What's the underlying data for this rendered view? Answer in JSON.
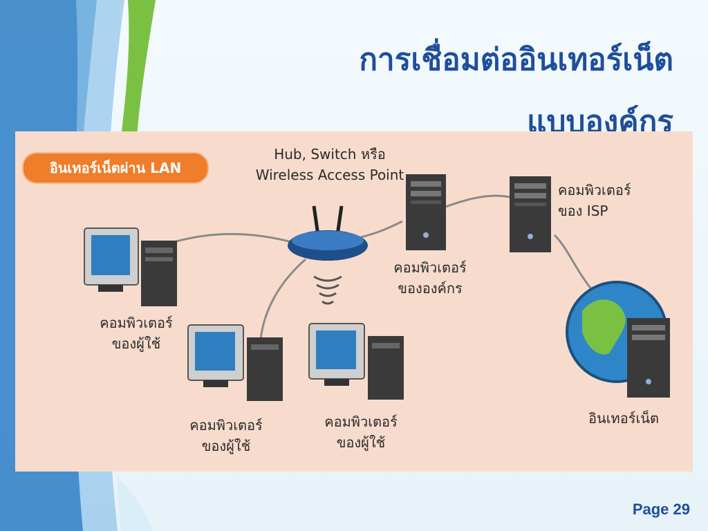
{
  "title": {
    "line1": "การเชื่อมต่ออินเทอร์เน็ต",
    "line2": "แบบองค์กร"
  },
  "diagram": {
    "badge": "อินเทอร์เน็ตผ่าน LAN",
    "hub_label": {
      "line1": "Hub, Switch หรือ",
      "line2": "Wireless Access Point"
    },
    "org_server": {
      "line1": "คอมพิวเตอร์",
      "line2": "ขององค์กร"
    },
    "isp_server": {
      "line1": "คอมพิวเตอร์",
      "line2": "ของ ISP"
    },
    "user1": {
      "line1": "คอมพิวเตอร์",
      "line2": "ของผู้ใช้"
    },
    "user2": {
      "line1": "คอมพิวเตอร์",
      "line2": "ของผู้ใช้"
    },
    "user3": {
      "line1": "คอมพิวเตอร์",
      "line2": "ของผู้ใช้"
    },
    "internet": "อินเทอร์เน็ต"
  },
  "footer": {
    "page": "Page 29"
  },
  "colors": {
    "title": "#1f4e9b",
    "panel": "#f7dccd",
    "badge": "#ef7d2a",
    "green_accent": "#7ac143"
  }
}
